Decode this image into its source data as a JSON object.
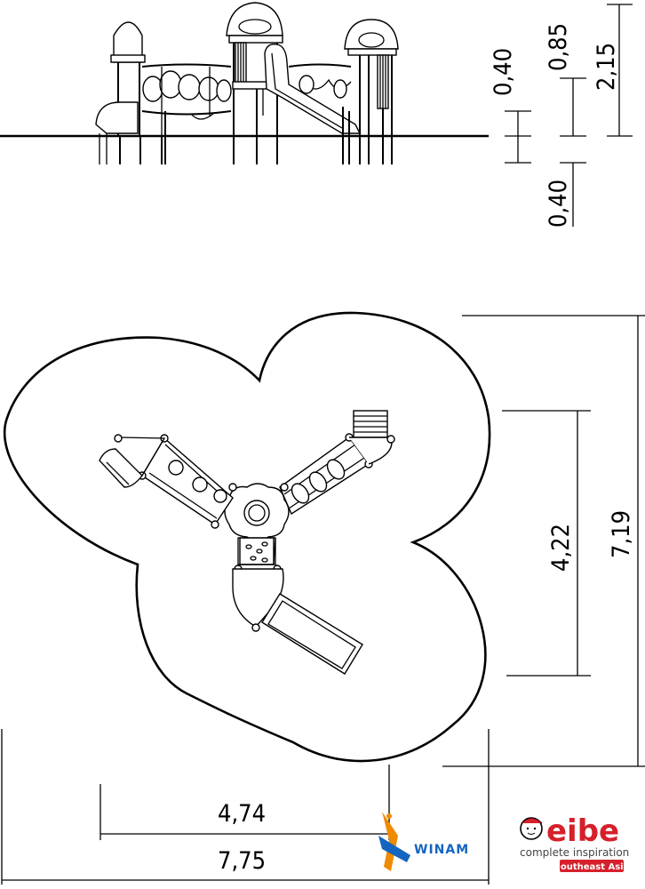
{
  "dimensions": {
    "elev_depth": "0,40",
    "elev_platform": "0,40",
    "elev_mid": "0,85",
    "elev_total": "2,15",
    "plan_inner_height": "4,22",
    "plan_outer_height": "7,19",
    "plan_inner_width": "4,74",
    "plan_outer_width": "7,75"
  },
  "logos": {
    "winam": "WINAM",
    "eibe_brand": "eibe",
    "eibe_tagline": "complete inspiration",
    "eibe_region": "Southeast Asia",
    "eibe_color": "#d6202b",
    "winam_blue": "#1565c0",
    "winam_orange": "#f08a00"
  }
}
